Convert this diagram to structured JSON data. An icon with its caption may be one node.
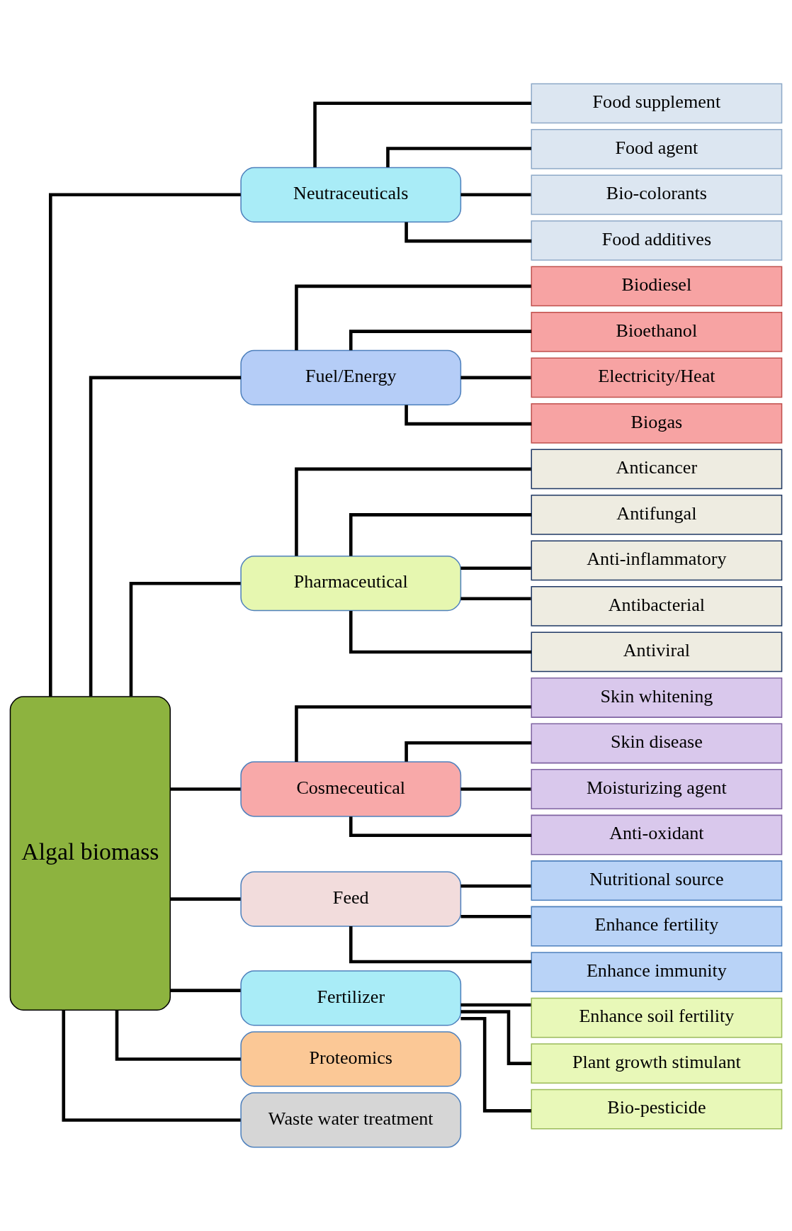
{
  "diagram": {
    "nodes": [
      {
        "text": [
          "Algal biomass"
        ]
      },
      {
        "text": [
          "Neutraceuticals"
        ]
      },
      {
        "text": [
          "Food supplement"
        ]
      },
      {
        "text": [
          "Food agent"
        ]
      },
      {
        "text": [
          "Bio-colorants"
        ]
      },
      {
        "text": [
          "Food additives"
        ]
      },
      {
        "text": [
          "Fuel/Energy"
        ]
      },
      {
        "text": [
          "Biodiesel"
        ]
      },
      {
        "text": [
          "Bioethanol"
        ]
      },
      {
        "text": [
          "Electricity/Heat"
        ]
      },
      {
        "text": [
          "Biogas"
        ]
      },
      {
        "text": [
          "Pharmaceutical"
        ]
      },
      {
        "text": [
          "Anticancer"
        ]
      },
      {
        "text": [
          "Antifungal"
        ]
      },
      {
        "text": [
          "Anti-inflammatory"
        ]
      },
      {
        "text": [
          "Antibacterial"
        ]
      },
      {
        "text": [
          "Antiviral"
        ]
      },
      {
        "text": [
          "Cosmeceutical"
        ]
      },
      {
        "text": [
          "Skin whitening"
        ]
      },
      {
        "text": [
          "Skin disease"
        ]
      },
      {
        "text": [
          "Moisturizing agent"
        ]
      },
      {
        "text": [
          "Anti-oxidant"
        ]
      },
      {
        "text": [
          "Feed"
        ]
      },
      {
        "text": [
          "Nutritional source"
        ]
      },
      {
        "text": [
          "Enhance fertility"
        ]
      },
      {
        "text": [
          "Enhance immunity"
        ]
      },
      {
        "text": [
          "Fertilizer"
        ]
      },
      {
        "text": [
          "Enhance soil fertility"
        ]
      },
      {
        "text": [
          "Plant growth stimulant"
        ]
      },
      {
        "text": [
          "Bio-pesticide"
        ]
      },
      {
        "text": [
          "Proteomics"
        ]
      },
      {
        "text": [
          "Waste water treatment"
        ]
      }
    ],
    "edges": [
      {
        "from": 0,
        "to": 1,
        "arrow": "none"
      },
      {
        "from": 0,
        "to": 6,
        "arrow": "none"
      },
      {
        "from": 0,
        "to": 11,
        "arrow": "none"
      },
      {
        "from": 0,
        "to": 17,
        "arrow": "none"
      },
      {
        "from": 0,
        "to": 22,
        "arrow": "none"
      },
      {
        "from": 0,
        "to": 26,
        "arrow": "none"
      },
      {
        "from": 0,
        "to": 30,
        "arrow": "none"
      },
      {
        "from": 0,
        "to": 31,
        "arrow": "none"
      },
      {
        "from": 1,
        "to": 2,
        "arrow": "none"
      },
      {
        "from": 1,
        "to": 3,
        "arrow": "none"
      },
      {
        "from": 1,
        "to": 4,
        "arrow": "none"
      },
      {
        "from": 1,
        "to": 5,
        "arrow": "none"
      },
      {
        "from": 6,
        "to": 7,
        "arrow": "none"
      },
      {
        "from": 6,
        "to": 8,
        "arrow": "none"
      },
      {
        "from": 6,
        "to": 9,
        "arrow": "none"
      },
      {
        "from": 6,
        "to": 10,
        "arrow": "none"
      },
      {
        "from": 11,
        "to": 12,
        "arrow": "none"
      },
      {
        "from": 11,
        "to": 13,
        "arrow": "none"
      },
      {
        "from": 11,
        "to": 14,
        "arrow": "none"
      },
      {
        "from": 11,
        "to": 15,
        "arrow": "none"
      },
      {
        "from": 11,
        "to": 16,
        "arrow": "none"
      },
      {
        "from": 17,
        "to": 18,
        "arrow": "none"
      },
      {
        "from": 17,
        "to": 19,
        "arrow": "none"
      },
      {
        "from": 17,
        "to": 20,
        "arrow": "none"
      },
      {
        "from": 17,
        "to": 21,
        "arrow": "none"
      },
      {
        "from": 22,
        "to": 23,
        "arrow": "none"
      },
      {
        "from": 22,
        "to": 24,
        "arrow": "none"
      },
      {
        "from": 22,
        "to": 25,
        "arrow": "none"
      },
      {
        "from": 26,
        "to": 27,
        "arrow": "none"
      },
      {
        "from": 26,
        "to": 28,
        "arrow": "none"
      },
      {
        "from": 26,
        "to": 29,
        "arrow": "none"
      }
    ]
  }
}
